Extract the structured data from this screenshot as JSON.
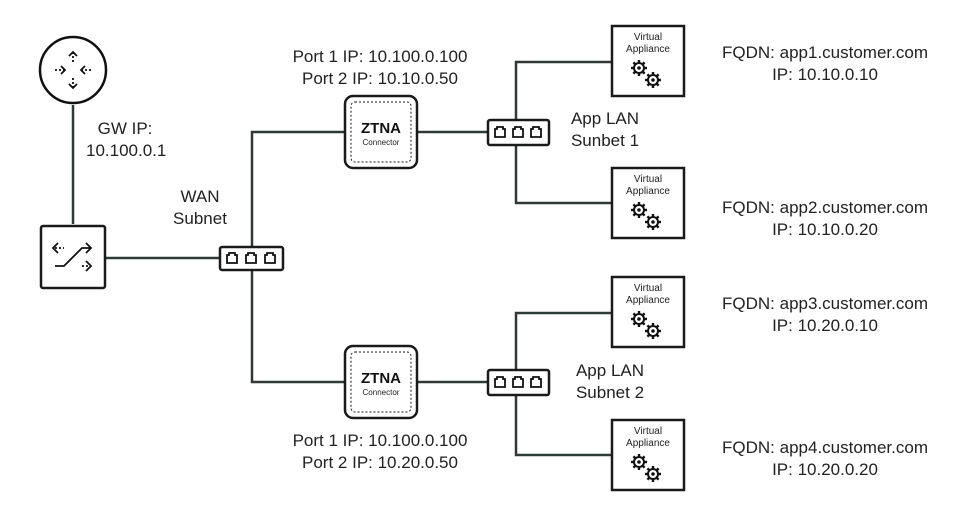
{
  "gateway": {
    "label": "GW IP:",
    "ip": "10.100.0.1"
  },
  "wan": {
    "line1": "WAN",
    "line2": "Subnet"
  },
  "connectors": [
    {
      "name": "ZTNA",
      "sub": "Connector",
      "port1": "Port 1 IP: 10.100.0.100",
      "port2": "Port 2 IP: 10.10.0.50"
    },
    {
      "name": "ZTNA",
      "sub": "Connector",
      "port1": "Port 1 IP: 10.100.0.100",
      "port2": "Port 2 IP: 10.20.0.50"
    }
  ],
  "subnets": [
    {
      "line1": "App LAN",
      "line2": "Sunbet 1"
    },
    {
      "line1": "App LAN",
      "line2": "Subnet 2"
    }
  ],
  "appliances": [
    {
      "line1": "Virtual",
      "line2": "Appliance",
      "fqdn": "FQDN: app1.customer.com",
      "ip": "IP: 10.10.0.10"
    },
    {
      "line1": "Virtual",
      "line2": "Appliance",
      "fqdn": "FQDN: app2.customer.com",
      "ip": "IP: 10.10.0.20"
    },
    {
      "line1": "Virtual",
      "line2": "Appliance",
      "fqdn": "FQDN: app3.customer.com",
      "ip": "IP: 10.20.0.10"
    },
    {
      "line1": "Virtual",
      "line2": "Appliance",
      "fqdn": "FQDN: app4.customer.com",
      "ip": "IP: 10.20.0.20"
    }
  ]
}
